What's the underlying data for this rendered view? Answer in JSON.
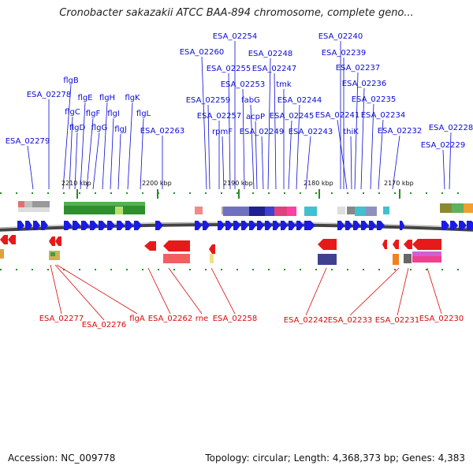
{
  "title": "Cronobacter sakazakii ATCC BAA-894 chromosome, complete geno...",
  "footer": {
    "accession": "Accession: NC_009778",
    "summary": "Topology: circular; Length: 4,368,373 bp; Genes: 4,383"
  },
  "colors": {
    "forward_strand": "#1a1ae6",
    "reverse_strand": "#e61a1a",
    "backbone": "#666666",
    "tick_mark": "#2a8a2a"
  },
  "scale_ticks": [
    "2210 kbp",
    "2200 kbp",
    "2190 kbp",
    "2180 kbp",
    "2170 kbp"
  ],
  "top_labels": [
    "flgB",
    "ESA_02278",
    "flgC",
    "flgD",
    "flgE",
    "flgF",
    "flgG",
    "flgH",
    "flgI",
    "flgJ",
    "flgK",
    "flgL",
    "ESA_02279",
    "ESA_02263",
    "ESA_02260",
    "ESA_02259",
    "ESA_02257",
    "ESA_02254",
    "ESA_02255",
    "ESA_02253",
    "rpmF",
    "ESA_02248",
    "ESA_02247",
    "fabG",
    "acpP",
    "ESA_02249",
    "tmk",
    "ESA_02244",
    "ESA_02245",
    "ESA_02243",
    "ESA_02240",
    "ESA_02239",
    "ESA_02237",
    "ESA_02236",
    "ESA_02235",
    "ESA_02241",
    "thiK",
    "ESA_02234",
    "ESA_02232",
    "ESA_02228",
    "ESA_02229"
  ],
  "bottom_labels": [
    "ESA_02277",
    "ESA_02276",
    "flgA",
    "ESA_02262",
    "rne",
    "ESA_02258",
    "ESA_02242",
    "ESA_02233",
    "ESA_02231",
    "ESA_02230"
  ]
}
